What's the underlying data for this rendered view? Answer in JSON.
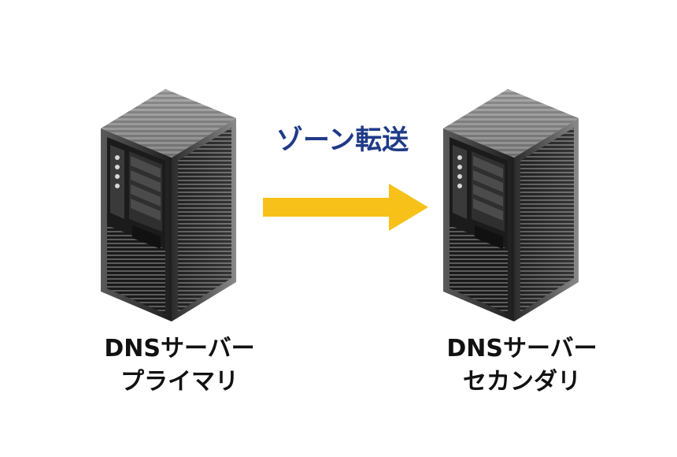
{
  "servers": {
    "primary": {
      "line1": "DNSサーバー",
      "line2": "プライマリ"
    },
    "secondary": {
      "line1": "DNSサーバー",
      "line2": "セカンダリ"
    }
  },
  "transfer": {
    "label": "ゾーン転送"
  },
  "colors": {
    "arrow": "#F7C11A",
    "transfer_text": "#1F3B87",
    "server_body": "#2A2A2A"
  },
  "icons": {
    "primary": "server-rack-icon",
    "secondary": "server-rack-icon",
    "transfer": "arrow-right-icon"
  }
}
